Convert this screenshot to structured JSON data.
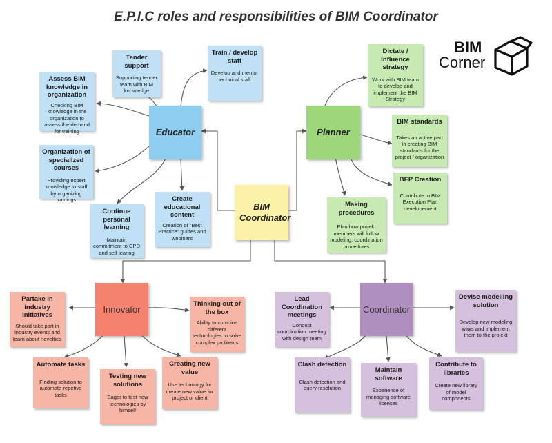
{
  "title": "E.P.I.C roles and responsibilities of BIM Coordinator",
  "logo": {
    "line1": "BIM",
    "line2": "Corner"
  },
  "center": {
    "label": "BIM Coordinator"
  },
  "hubs": {
    "educator": "Educator",
    "planner": "Planner",
    "innovator": "Innovator",
    "coordinator": "Coordinator"
  },
  "educator_notes": [
    {
      "title": "Tender support",
      "body": "Supporting tender team with BIM knowledge"
    },
    {
      "title": "Train / develop staff",
      "body": "Develop and mentor technical staff"
    },
    {
      "title": "Assess BIM knowledge in organization",
      "body": "Checking BIM knowledge in the organization to assess the demand for training"
    },
    {
      "title": "Organization of specialized courses",
      "body": "Providing expert knowledge to staff by organizing trainings"
    },
    {
      "title": "Continue personal learning",
      "body": "Maintain commitment to CPD and self learing"
    },
    {
      "title": "Create educational content",
      "body": "Creation of \"Best Practice\" guides and webinars"
    }
  ],
  "planner_notes": [
    {
      "title": "Dictate / Influence strategy",
      "body": "Work with BIM team to develop and implement the BIM Strategy"
    },
    {
      "title": "BIM standards",
      "body": "Takes an active part in creating BIM standards for the project / organization"
    },
    {
      "title": "BEP Creation",
      "body": "Contribute to BIM Execution Plan developement"
    },
    {
      "title": "Making procedures",
      "body": "Plan how projekt members will follow modeling, coordination procedures"
    }
  ],
  "innovator_notes": [
    {
      "title": "Partake in industry initiatives",
      "body": "Should take part in industry events and learn about novelties"
    },
    {
      "title": "Thinking out of the box",
      "body": "Ability to combine different technologies to solve complex problems"
    },
    {
      "title": "Automate tasks",
      "body": "Finding solution to automate repetive tasks"
    },
    {
      "title": "Testing new solutions",
      "body": "Eager to test new technologies by himself"
    },
    {
      "title": "Creating new value",
      "body": "Use technology for create new value for project or client"
    }
  ],
  "coordinator_notes": [
    {
      "title": "Lead Coordination meetings",
      "body": "Conduct coordination meeting with design team"
    },
    {
      "title": "Devise modelling solution",
      "body": "Develop new modeling ways and implement them to the projekt"
    },
    {
      "title": "Clash detection",
      "body": "Clash detection and query resolution"
    },
    {
      "title": "Maintain software",
      "body": "Experience of managing software licenses"
    },
    {
      "title": "Contribute to libraries",
      "body": "Create new library of model components"
    }
  ],
  "colors": {
    "educator": "#bfe0f5",
    "hub_educator": "#8fcdf0",
    "planner": "#c6eab1",
    "hub_planner": "#9dd67b",
    "innovator": "#f7b5a6",
    "hub_innovator": "#f4826e",
    "coordinator": "#d5c0dd",
    "hub_coordinator": "#b08ec0",
    "center": "#fbf2a8",
    "line": "#555555"
  }
}
